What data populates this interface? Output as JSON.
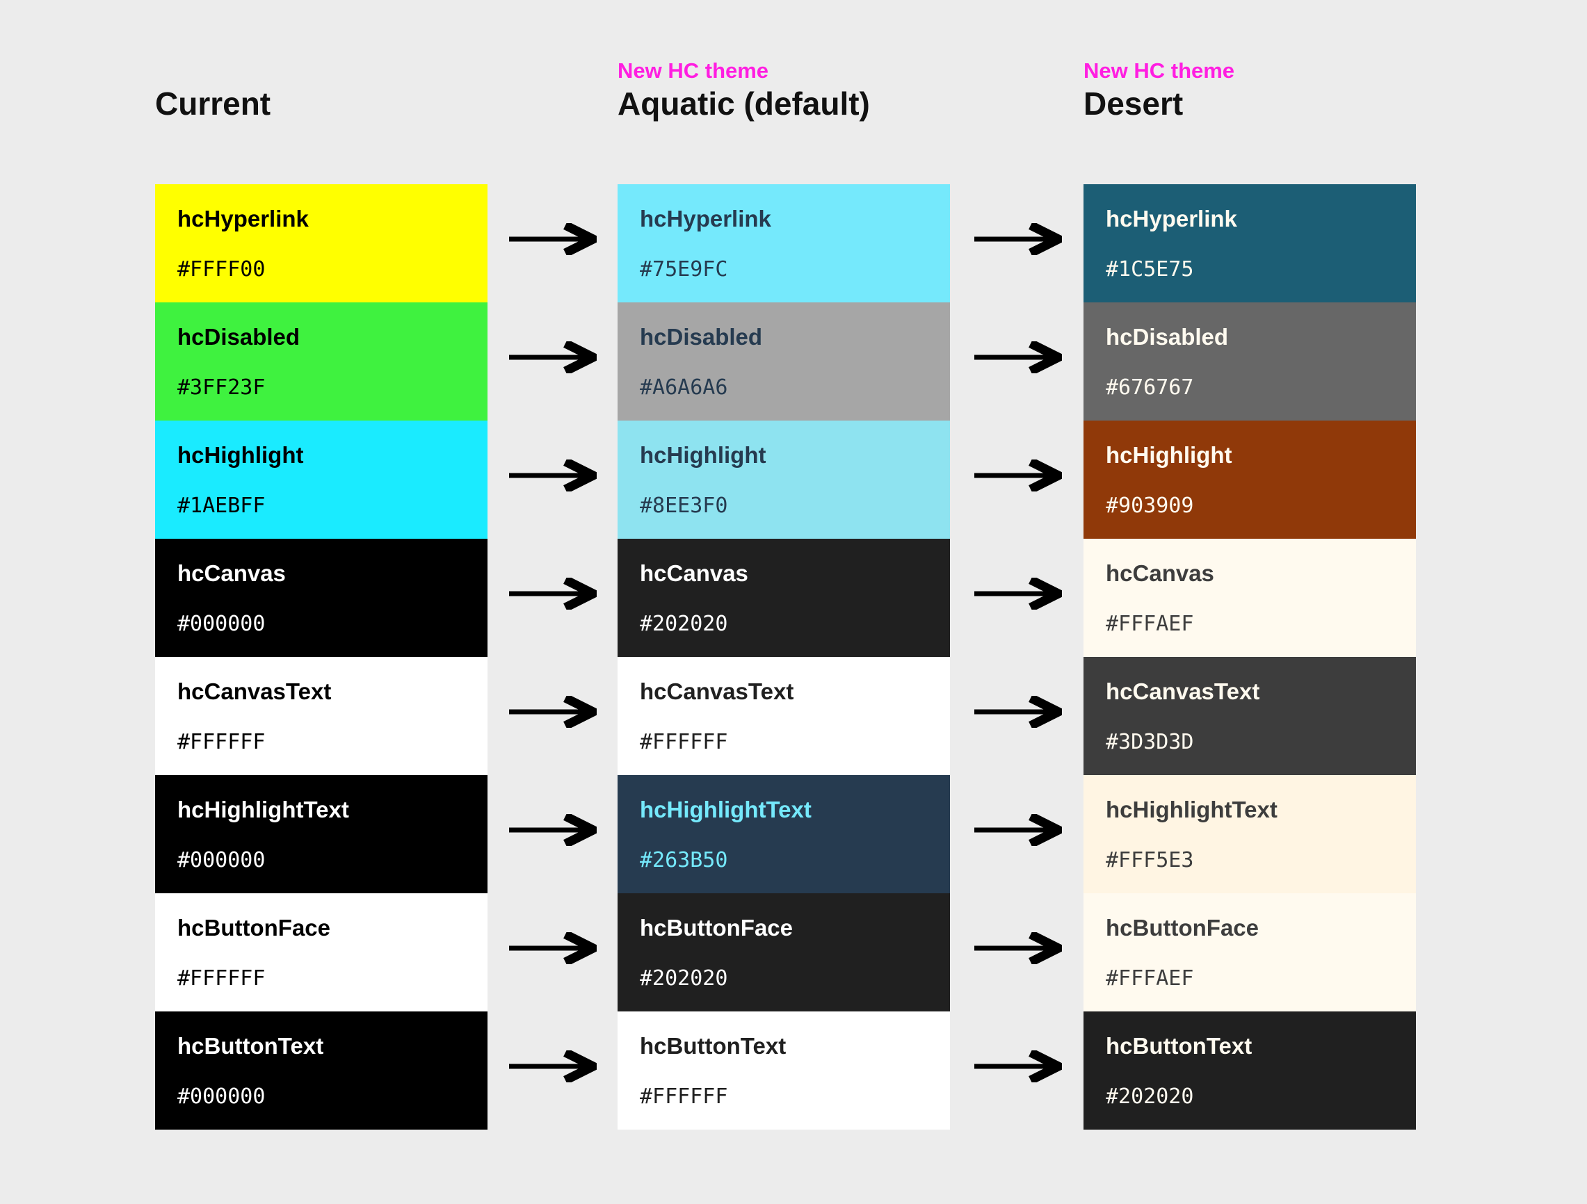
{
  "page": {
    "background": "#ECECEC",
    "annotation_color": "#FF1EE1",
    "title_color": "#111111",
    "arrow_color": "#000000"
  },
  "columns": [
    {
      "id": "current",
      "eyebrow": "",
      "title": "Current",
      "swatches": [
        {
          "label": "hcHyperlink",
          "hex_label": "#FFFF00",
          "bg": "#FFFF00",
          "text_color": "#000000"
        },
        {
          "label": "hcDisabled",
          "hex_label": "#3FF23F",
          "bg": "#3FF23F",
          "text_color": "#000000"
        },
        {
          "label": "hcHighlight",
          "hex_label": "#1AEBFF",
          "bg": "#1AEBFF",
          "text_color": "#000000"
        },
        {
          "label": "hcCanvas",
          "hex_label": "#000000",
          "bg": "#000000",
          "text_color": "#FFFFFF"
        },
        {
          "label": "hcCanvasText",
          "hex_label": "#FFFFFF",
          "bg": "#FFFFFF",
          "text_color": "#000000"
        },
        {
          "label": "hcHighlightText",
          "hex_label": "#000000",
          "bg": "#000000",
          "text_color": "#FFFFFF"
        },
        {
          "label": "hcButtonFace",
          "hex_label": "#FFFFFF",
          "bg": "#FFFFFF",
          "text_color": "#000000"
        },
        {
          "label": "hcButtonText",
          "hex_label": "#000000",
          "bg": "#000000",
          "text_color": "#FFFFFF"
        }
      ]
    },
    {
      "id": "aquatic",
      "eyebrow": "New HC theme",
      "title": "Aquatic (default)",
      "swatches": [
        {
          "label": "hcHyperlink",
          "hex_label": "#75E9FC",
          "bg": "#75E9FC",
          "text_color": "#263B50"
        },
        {
          "label": "hcDisabled",
          "hex_label": "#A6A6A6",
          "bg": "#A6A6A6",
          "text_color": "#263B50"
        },
        {
          "label": "hcHighlight",
          "hex_label": "#8EE3F0",
          "bg": "#8EE3F0",
          "text_color": "#263B50"
        },
        {
          "label": "hcCanvas",
          "hex_label": "#202020",
          "bg": "#202020",
          "text_color": "#FFFFFF"
        },
        {
          "label": "hcCanvasText",
          "hex_label": "#FFFFFF",
          "bg": "#FFFFFF",
          "text_color": "#202020"
        },
        {
          "label": "hcHighlightText",
          "hex_label": "#263B50",
          "bg": "#263B50",
          "text_color": "#75E9FC"
        },
        {
          "label": "hcButtonFace",
          "hex_label": "#202020",
          "bg": "#202020",
          "text_color": "#FFFFFF"
        },
        {
          "label": "hcButtonText",
          "hex_label": "#FFFFFF",
          "bg": "#FFFFFF",
          "text_color": "#202020"
        }
      ]
    },
    {
      "id": "desert",
      "eyebrow": "New HC theme",
      "title": "Desert",
      "swatches": [
        {
          "label": "hcHyperlink",
          "hex_label": "#1C5E75",
          "bg": "#1C5E75",
          "text_color": "#FFFAEF"
        },
        {
          "label": "hcDisabled",
          "hex_label": "#676767",
          "bg": "#676767",
          "text_color": "#FFFAEF"
        },
        {
          "label": "hcHighlight",
          "hex_label": "#903909",
          "bg": "#903909",
          "text_color": "#FFFAEF"
        },
        {
          "label": "hcCanvas",
          "hex_label": "#FFFAEF",
          "bg": "#FFFAEF",
          "text_color": "#3D3D3D"
        },
        {
          "label": "hcCanvasText",
          "hex_label": "#3D3D3D",
          "bg": "#3D3D3D",
          "text_color": "#FFFAEF"
        },
        {
          "label": "hcHighlightText",
          "hex_label": "#FFF5E3",
          "bg": "#FFF5E3",
          "text_color": "#3D3D3D"
        },
        {
          "label": "hcButtonFace",
          "hex_label": "#FFFAEF",
          "bg": "#FFFAEF",
          "text_color": "#3D3D3D"
        },
        {
          "label": "hcButtonText",
          "hex_label": "#202020",
          "bg": "#202020",
          "text_color": "#FFFAEF"
        }
      ]
    }
  ],
  "layout_labels": {
    "arrow_icon": "arrow-right-icon"
  }
}
